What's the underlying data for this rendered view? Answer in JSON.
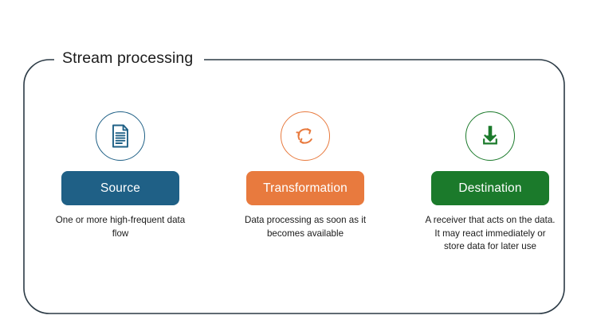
{
  "frame": {
    "title": "Stream processing",
    "border_color": "#2B3A45",
    "background": "#ffffff"
  },
  "stages": [
    {
      "key": "source",
      "icon_name": "document-icon",
      "label": "Source",
      "description": "One or more high-frequent data flow",
      "accent_color": "#1F6086"
    },
    {
      "key": "transformation",
      "icon_name": "refresh-cycle-icon",
      "label": "Transformation",
      "description": "Data processing as soon as it becomes available",
      "accent_color": "#E87A3E"
    },
    {
      "key": "destination",
      "icon_name": "download-tray-icon",
      "label": "Destination",
      "description": "A receiver that acts on the data. It may react immediately or store data for later use",
      "accent_color": "#1B7A2B"
    }
  ]
}
